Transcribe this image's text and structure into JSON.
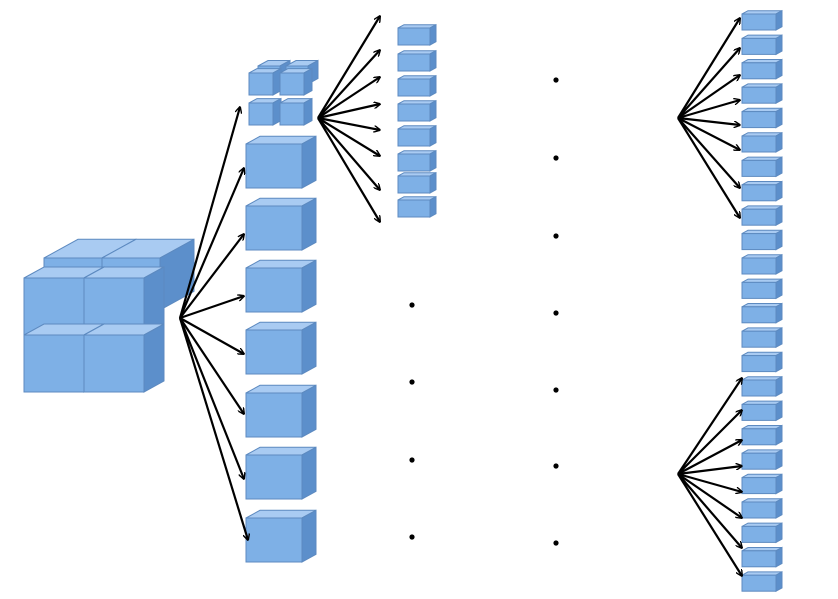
{
  "colors": {
    "cube_front": "#7EB0E6",
    "cube_top": "#A9CBF2",
    "cube_side": "#5C8FCB",
    "cube_edge": "#5D8AC0",
    "arrow": "#000000",
    "dot": "#000000",
    "background": "#FFFFFF"
  },
  "diagram": {
    "description_kind": "octree subdivision",
    "root": {
      "subcubes": 8
    },
    "level1": {
      "children": 8
    },
    "level2": {
      "children": 8
    },
    "leaf_column": {
      "groups": 2,
      "arrows_per_group": 8
    },
    "ellipsis": {
      "columns": 2
    }
  }
}
